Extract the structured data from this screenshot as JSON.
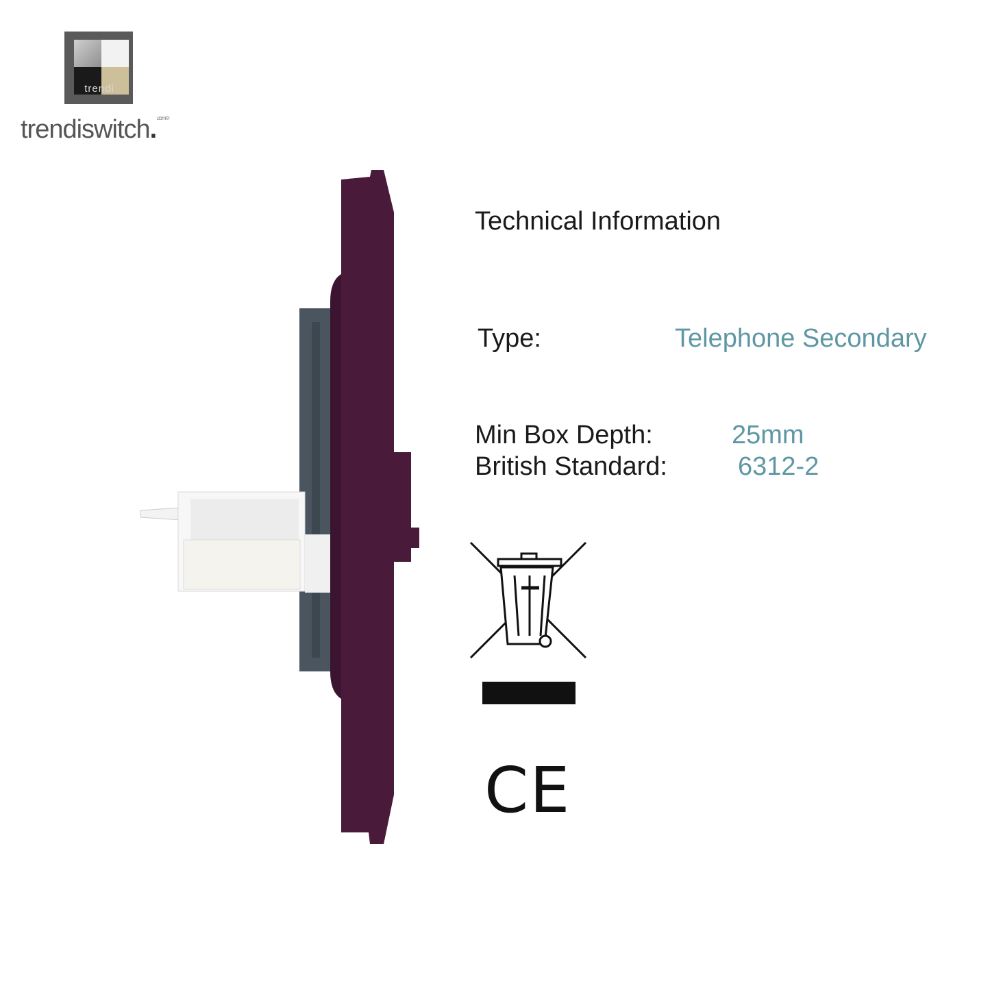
{
  "brand": {
    "logo_word": "trendi",
    "name": "trendiswitch",
    "suffix": ".com",
    "registered": "®"
  },
  "product": {
    "plate_color": "#4a1a3a",
    "body_color": "#4a5560"
  },
  "tech_info": {
    "heading": "Technical Information",
    "type_label": "Type:",
    "type_value": "Telephone Secondary",
    "min_box_depth_label": "Min Box Depth:",
    "min_box_depth_value": "25mm",
    "british_standard_label": "British Standard:",
    "british_standard_value": "6312-2"
  },
  "marks": {
    "weee": "weee-crossed-bin-icon",
    "ce": "CE"
  }
}
